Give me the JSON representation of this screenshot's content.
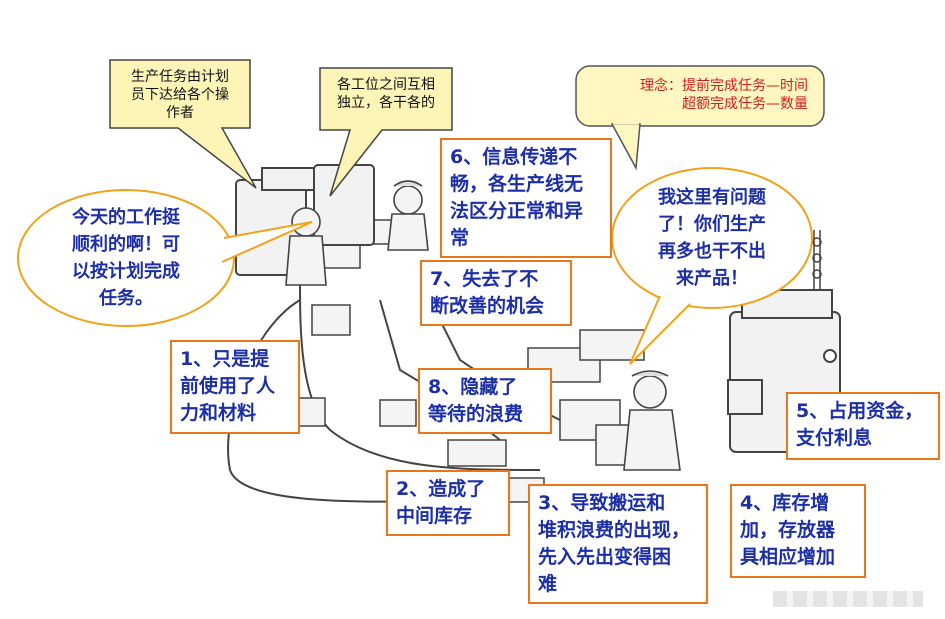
{
  "bubbles": {
    "plan": "生产任务由计划\n员下达给各个操\n作者",
    "independent": "各工位之间互相\n独立，各干各的",
    "idea": "理念：提前完成任务—时间\n超额完成任务—数量"
  },
  "speech": {
    "worker_left": "今天的工作挺\n顺利的啊！可\n以按计划完成\n任务。",
    "worker_right": "我这里有问题\n了！你们生产\n再多也干不出\n来产品！"
  },
  "callouts": {
    "c1": "1、只是提\n前使用了人\n力和材料",
    "c2": "2、造成了\n中间库存",
    "c3": "3、导致搬运和\n堆积浪费的出现，\n先入先出变得困\n难",
    "c4": "4、库存增\n加，存放器\n具相应增加",
    "c5": "5、占用资金，\n支付利息",
    "c6": "6、信息传递不\n畅，各生产线无\n法区分正常和异\n常",
    "c7": "7、失去了不\n断改善的机会",
    "c8": "8、隐藏了\n等待的浪费"
  },
  "colors": {
    "callout_border": "#e8761c",
    "callout_text": "#1c2fa8",
    "oval_border": "#f0a31a",
    "bubble_fill": "#fdf5b8",
    "idea_fill": "#fff7c2",
    "idea_text": "#d11c1c"
  }
}
